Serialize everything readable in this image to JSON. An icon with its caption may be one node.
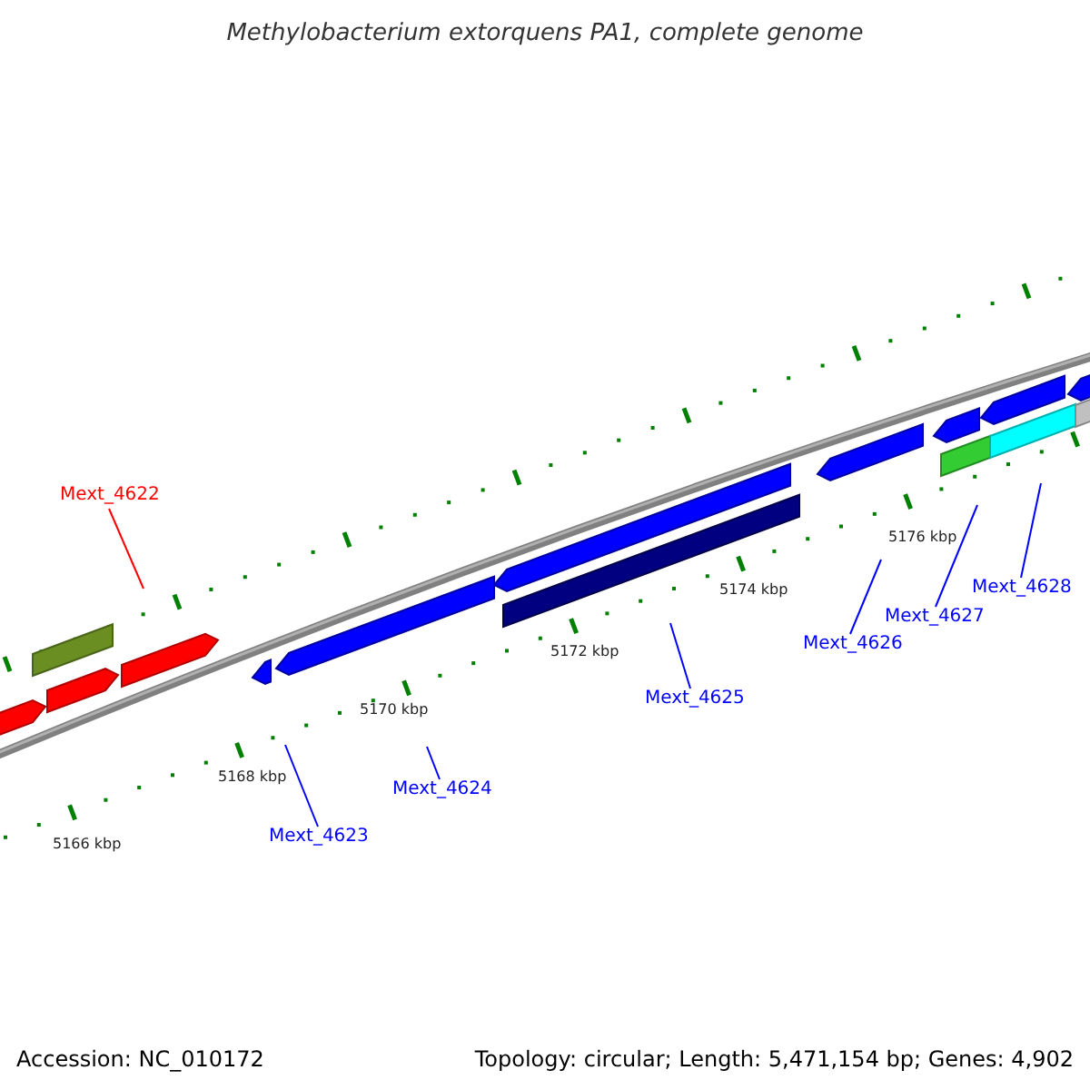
{
  "diagram": {
    "title": "Methylobacterium extorquens PA1, complete genome",
    "nodes": [
      {
        "text": [
          "Mext_4622"
        ]
      },
      {
        "text": [
          "Mext_4623"
        ]
      },
      {
        "text": [
          "Mext_4624"
        ]
      },
      {
        "text": [
          "Mext_4625"
        ]
      },
      {
        "text": [
          "Mext_4626"
        ]
      },
      {
        "text": [
          "Mext_4627"
        ]
      },
      {
        "text": [
          "Mext_4628"
        ]
      }
    ],
    "edges": [
      {
        "from": 0,
        "to": null,
        "arrow": "none",
        "color": "#ff0000"
      },
      {
        "from": 1,
        "to": null,
        "arrow": "none"
      },
      {
        "from": 2,
        "to": null,
        "arrow": "none"
      },
      {
        "from": 3,
        "to": null,
        "arrow": "none"
      },
      {
        "from": 4,
        "to": null,
        "arrow": "none"
      },
      {
        "from": 5,
        "to": null,
        "arrow": "none"
      },
      {
        "from": 6,
        "to": null,
        "arrow": "none"
      }
    ],
    "labels": [
      "5176 kbp",
      "5174 kbp",
      "5172 kbp",
      "5170 kbp",
      "5168 kbp",
      "5166 kbp",
      "Accession: NC_010172",
      "Topology: circular; Length: 5,471,154 bp; Genes: 4,902"
    ]
  }
}
